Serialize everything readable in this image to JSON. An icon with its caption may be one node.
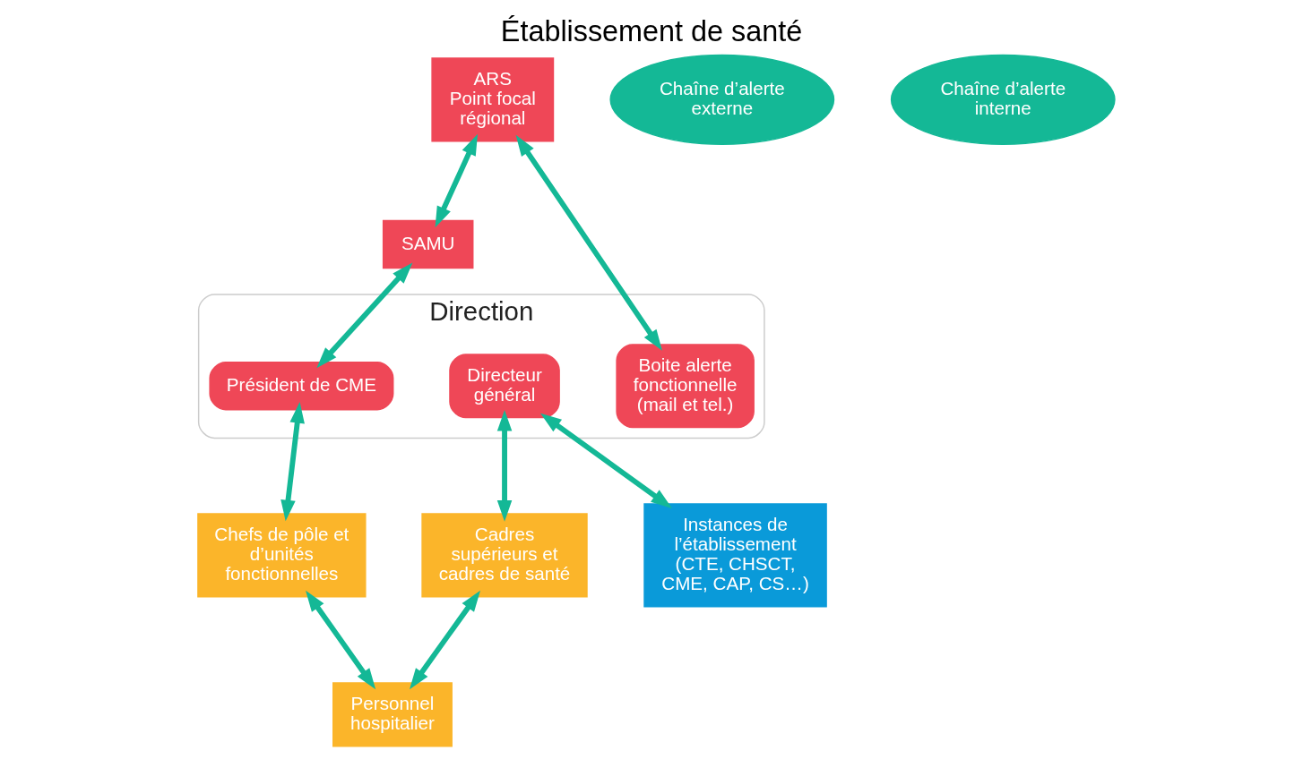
{
  "diagram": {
    "title": "Établissement de santé",
    "nodes": [
      {
        "text": [
          "ARS",
          "Point focal régional"
        ]
      },
      {
        "text": [
          "Chaîne d’alerte externe"
        ]
      },
      {
        "text": [
          "SAMU"
        ]
      },
      {
        "text": [
          "Direction"
        ]
      },
      {
        "text": [
          "Boite alerte fonctionnelle (mail et tel.)"
        ],
        "in": 3
      },
      {
        "text": [
          "Président de CME"
        ],
        "in": 3
      },
      {
        "text": [
          "Directeur général"
        ],
        "in": 3
      },
      {
        "text": [
          "Chaîne d’alerte interne"
        ]
      },
      {
        "text": [
          "Chefs de pôle et d’unités fonctionnelles"
        ]
      },
      {
        "text": [
          "Cadres supérieurs et cadres de santé"
        ]
      },
      {
        "text": [
          "Instances de l’établissement (CTE, CHSCT, CME, CAP, CS…)"
        ]
      },
      {
        "text": [
          "Personnel hospitalier"
        ]
      }
    ],
    "edges": [
      {
        "from": 0,
        "to": 4,
        "arrow": "both"
      },
      {
        "from": 0,
        "to": 2,
        "arrow": "both"
      },
      {
        "from": 2,
        "to": 5,
        "arrow": "both"
      },
      {
        "from": 5,
        "to": 8,
        "arrow": "both"
      },
      {
        "from": 6,
        "to": 9,
        "arrow": "both"
      },
      {
        "from": 6,
        "to": 10,
        "arrow": "both"
      },
      {
        "from": 8,
        "to": 11,
        "arrow": "both"
      },
      {
        "from": 9,
        "to": 11,
        "arrow": "both"
      }
    ]
  }
}
